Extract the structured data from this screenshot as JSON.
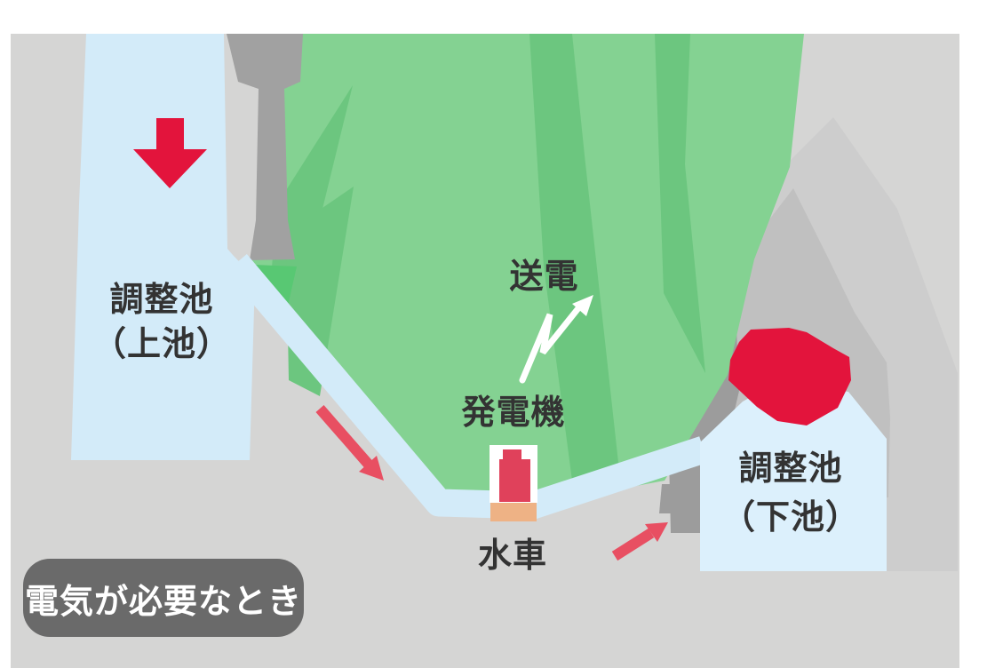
{
  "diagram": {
    "caption": "電気が必要なとき",
    "upper_reservoir": {
      "line1": "調整池",
      "line2": "（上池）"
    },
    "lower_reservoir": {
      "line1": "調整池",
      "line2": "（下池）"
    },
    "transmission_label": "送電",
    "generator_label": "発電機",
    "turbine_label": "水車"
  },
  "icons": {
    "down_arrow": "water-level-drop-arrow",
    "flow_arrow_penstock": "flow-direction-arrow",
    "flow_arrow_outlet": "flow-direction-arrow",
    "lightning_arrow": "power-transmission-arrow"
  },
  "colors": {
    "background": "#d5d5d4",
    "water_upper": "#d3ebf9",
    "water_channel": "#d3ebf9",
    "water_lower": "#dcf0fc",
    "green_main": "#84d292",
    "green_dark": "#6cc67f",
    "green_bright": "#58c873",
    "gray_dam": "#a1a1a1",
    "gray_dark_mtn": "#9c9c9c",
    "gray_mid_mtn": "#c0c0c0",
    "gray_light_mtn": "#cdcdcd",
    "red_bright": "#e3143c",
    "red_generator": "#e0415b",
    "pink_arrow": "#e84f62",
    "orange_turbine": "#eeb285",
    "caption_bg": "#6a6a6a",
    "caption_text": "#ffffff",
    "label_text": "#333333",
    "white": "#ffffff"
  }
}
